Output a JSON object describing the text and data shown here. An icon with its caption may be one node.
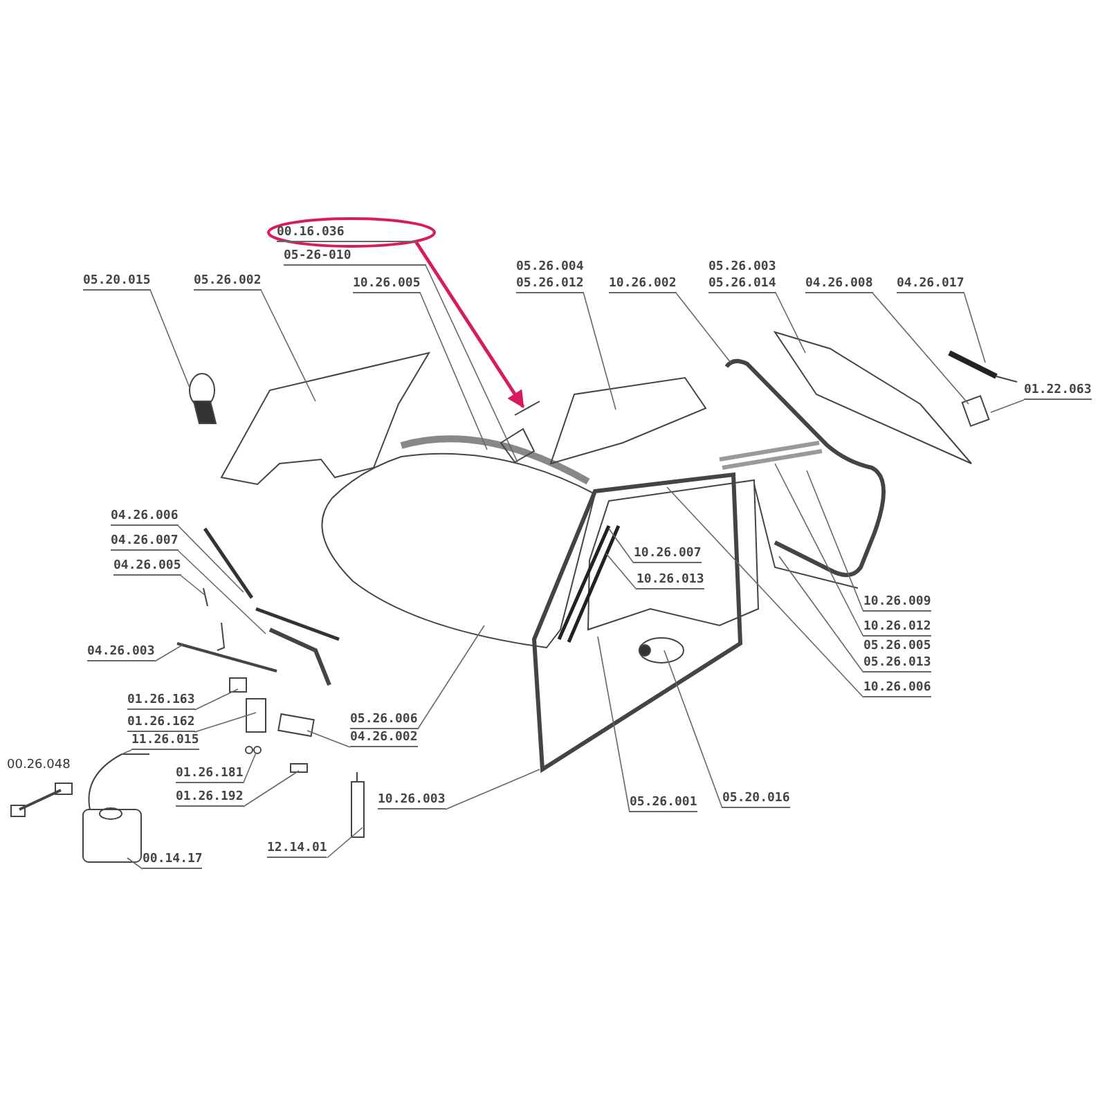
{
  "diagram": {
    "nodes": [
      {
        "text": [
          "00.16.036"
        ]
      },
      {
        "text": [
          "05-26-010"
        ]
      },
      {
        "text": [
          "05.20.015"
        ]
      },
      {
        "text": [
          "05.26.002"
        ]
      },
      {
        "text": [
          "10.26.005"
        ]
      },
      {
        "text": [
          "05.26.004",
          "05.26.012"
        ]
      },
      {
        "text": [
          "10.26.002"
        ]
      },
      {
        "text": [
          "05.26.003",
          "05.26.014"
        ]
      },
      {
        "text": [
          "04.26.008"
        ]
      },
      {
        "text": [
          "04.26.017"
        ]
      },
      {
        "text": [
          "01.22.063"
        ]
      },
      {
        "text": [
          "04.26.006"
        ]
      },
      {
        "text": [
          "04.26.007"
        ]
      },
      {
        "text": [
          "04.26.005"
        ]
      },
      {
        "text": [
          "04.26.003"
        ]
      },
      {
        "text": [
          "10.26.007"
        ]
      },
      {
        "text": [
          "10.26.013"
        ]
      },
      {
        "text": [
          "10.26.009"
        ]
      },
      {
        "text": [
          "10.26.012"
        ]
      },
      {
        "text": [
          "05.26.005",
          "05.26.013"
        ]
      },
      {
        "text": [
          "10.26.006"
        ]
      },
      {
        "text": [
          "01.26.163"
        ]
      },
      {
        "text": [
          "01.26.162"
        ]
      },
      {
        "text": [
          "11.26.015"
        ]
      },
      {
        "text": [
          "05.26.006"
        ]
      },
      {
        "text": [
          "04.26.002"
        ]
      },
      {
        "text": [
          "01.26.181"
        ]
      },
      {
        "text": [
          "01.26.192"
        ]
      },
      {
        "text": [
          "10.26.003"
        ]
      },
      {
        "text": [
          "05.26.001"
        ]
      },
      {
        "text": [
          "05.20.016"
        ]
      },
      {
        "text": [
          "12.14.01"
        ]
      },
      {
        "text": [
          "00.14.17"
        ]
      }
    ],
    "edges": [
      {
        "from": 0,
        "to": null,
        "arrow": "to",
        "style": "thick",
        "color": "#d81b60"
      },
      {
        "from": 1,
        "to": null,
        "arrow": "none"
      },
      {
        "from": 2,
        "to": null,
        "arrow": "none"
      },
      {
        "from": 3,
        "to": null,
        "arrow": "none"
      },
      {
        "from": 4,
        "to": null,
        "arrow": "none"
      },
      {
        "from": 5,
        "to": null,
        "arrow": "none"
      },
      {
        "from": 6,
        "to": null,
        "arrow": "none"
      },
      {
        "from": 7,
        "to": null,
        "arrow": "none"
      },
      {
        "from": 8,
        "to": null,
        "arrow": "none"
      },
      {
        "from": 9,
        "to": null,
        "arrow": "none"
      },
      {
        "from": 10,
        "to": null,
        "arrow": "none"
      },
      {
        "from": 11,
        "to": null,
        "arrow": "none"
      },
      {
        "from": 12,
        "to": null,
        "arrow": "none"
      },
      {
        "from": 13,
        "to": null,
        "arrow": "none"
      },
      {
        "from": 14,
        "to": null,
        "arrow": "none"
      },
      {
        "from": 15,
        "to": null,
        "arrow": "none"
      },
      {
        "from": 16,
        "to": null,
        "arrow": "none"
      },
      {
        "from": 17,
        "to": null,
        "arrow": "none"
      },
      {
        "from": 18,
        "to": null,
        "arrow": "none"
      },
      {
        "from": 19,
        "to": null,
        "arrow": "none"
      },
      {
        "from": 20,
        "to": null,
        "arrow": "none"
      },
      {
        "from": 21,
        "to": null,
        "arrow": "none"
      },
      {
        "from": 22,
        "to": null,
        "arrow": "none"
      },
      {
        "from": 23,
        "to": null,
        "arrow": "none"
      },
      {
        "from": 24,
        "to": null,
        "arrow": "none"
      },
      {
        "from": 25,
        "to": null,
        "arrow": "none"
      },
      {
        "from": 26,
        "to": null,
        "arrow": "none"
      },
      {
        "from": 27,
        "to": null,
        "arrow": "none"
      },
      {
        "from": 28,
        "to": null,
        "arrow": "none"
      },
      {
        "from": 29,
        "to": null,
        "arrow": "none"
      },
      {
        "from": 30,
        "to": null,
        "arrow": "none"
      },
      {
        "from": 31,
        "to": null,
        "arrow": "none"
      },
      {
        "from": 32,
        "to": null,
        "arrow": "none"
      }
    ],
    "labels": [
      "00.26.048"
    ]
  }
}
